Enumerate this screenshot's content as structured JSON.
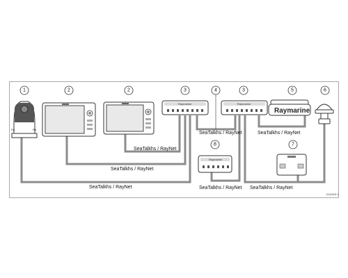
{
  "callouts": [
    "1",
    "2",
    "2",
    "3",
    "4",
    "3",
    "5",
    "6",
    "7",
    "8"
  ],
  "cable_labels": [
    "SeaTalkhs / RayNet",
    "SeaTalkhs / RayNet",
    "SeaTalkhs / RayNet",
    "SeaTalkhs / RayNet",
    "SeaTalkhs / RayNet",
    "SeaTalkhs / RayNet",
    "SeaTalkhs / RayNet"
  ],
  "radome_brand": "Raymarine",
  "switch_brand": "Raymarine",
  "figure_ref": "D12519-1"
}
